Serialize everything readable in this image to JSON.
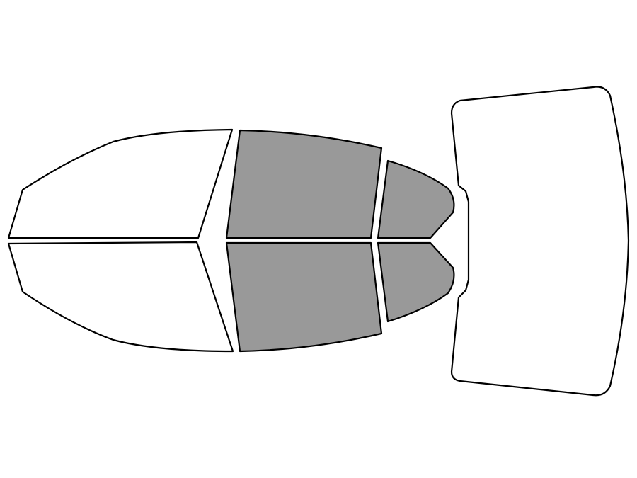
{
  "diagram": {
    "description_visible_text": "",
    "colors": {
      "background": "#ffffff",
      "outline": "#000000",
      "unshaded_fill": "#ffffff",
      "shaded_fill": "#999999"
    },
    "panels": [
      {
        "id": "windshield-left-half",
        "shaded": false
      },
      {
        "id": "windshield-right-half",
        "shaded": false
      },
      {
        "id": "front-door-window-top",
        "shaded": true
      },
      {
        "id": "front-door-window-bottom",
        "shaded": true
      },
      {
        "id": "rear-door-window-top",
        "shaded": true
      },
      {
        "id": "rear-door-window-bottom",
        "shaded": true
      },
      {
        "id": "rear-windshield",
        "shaded": false
      }
    ]
  }
}
